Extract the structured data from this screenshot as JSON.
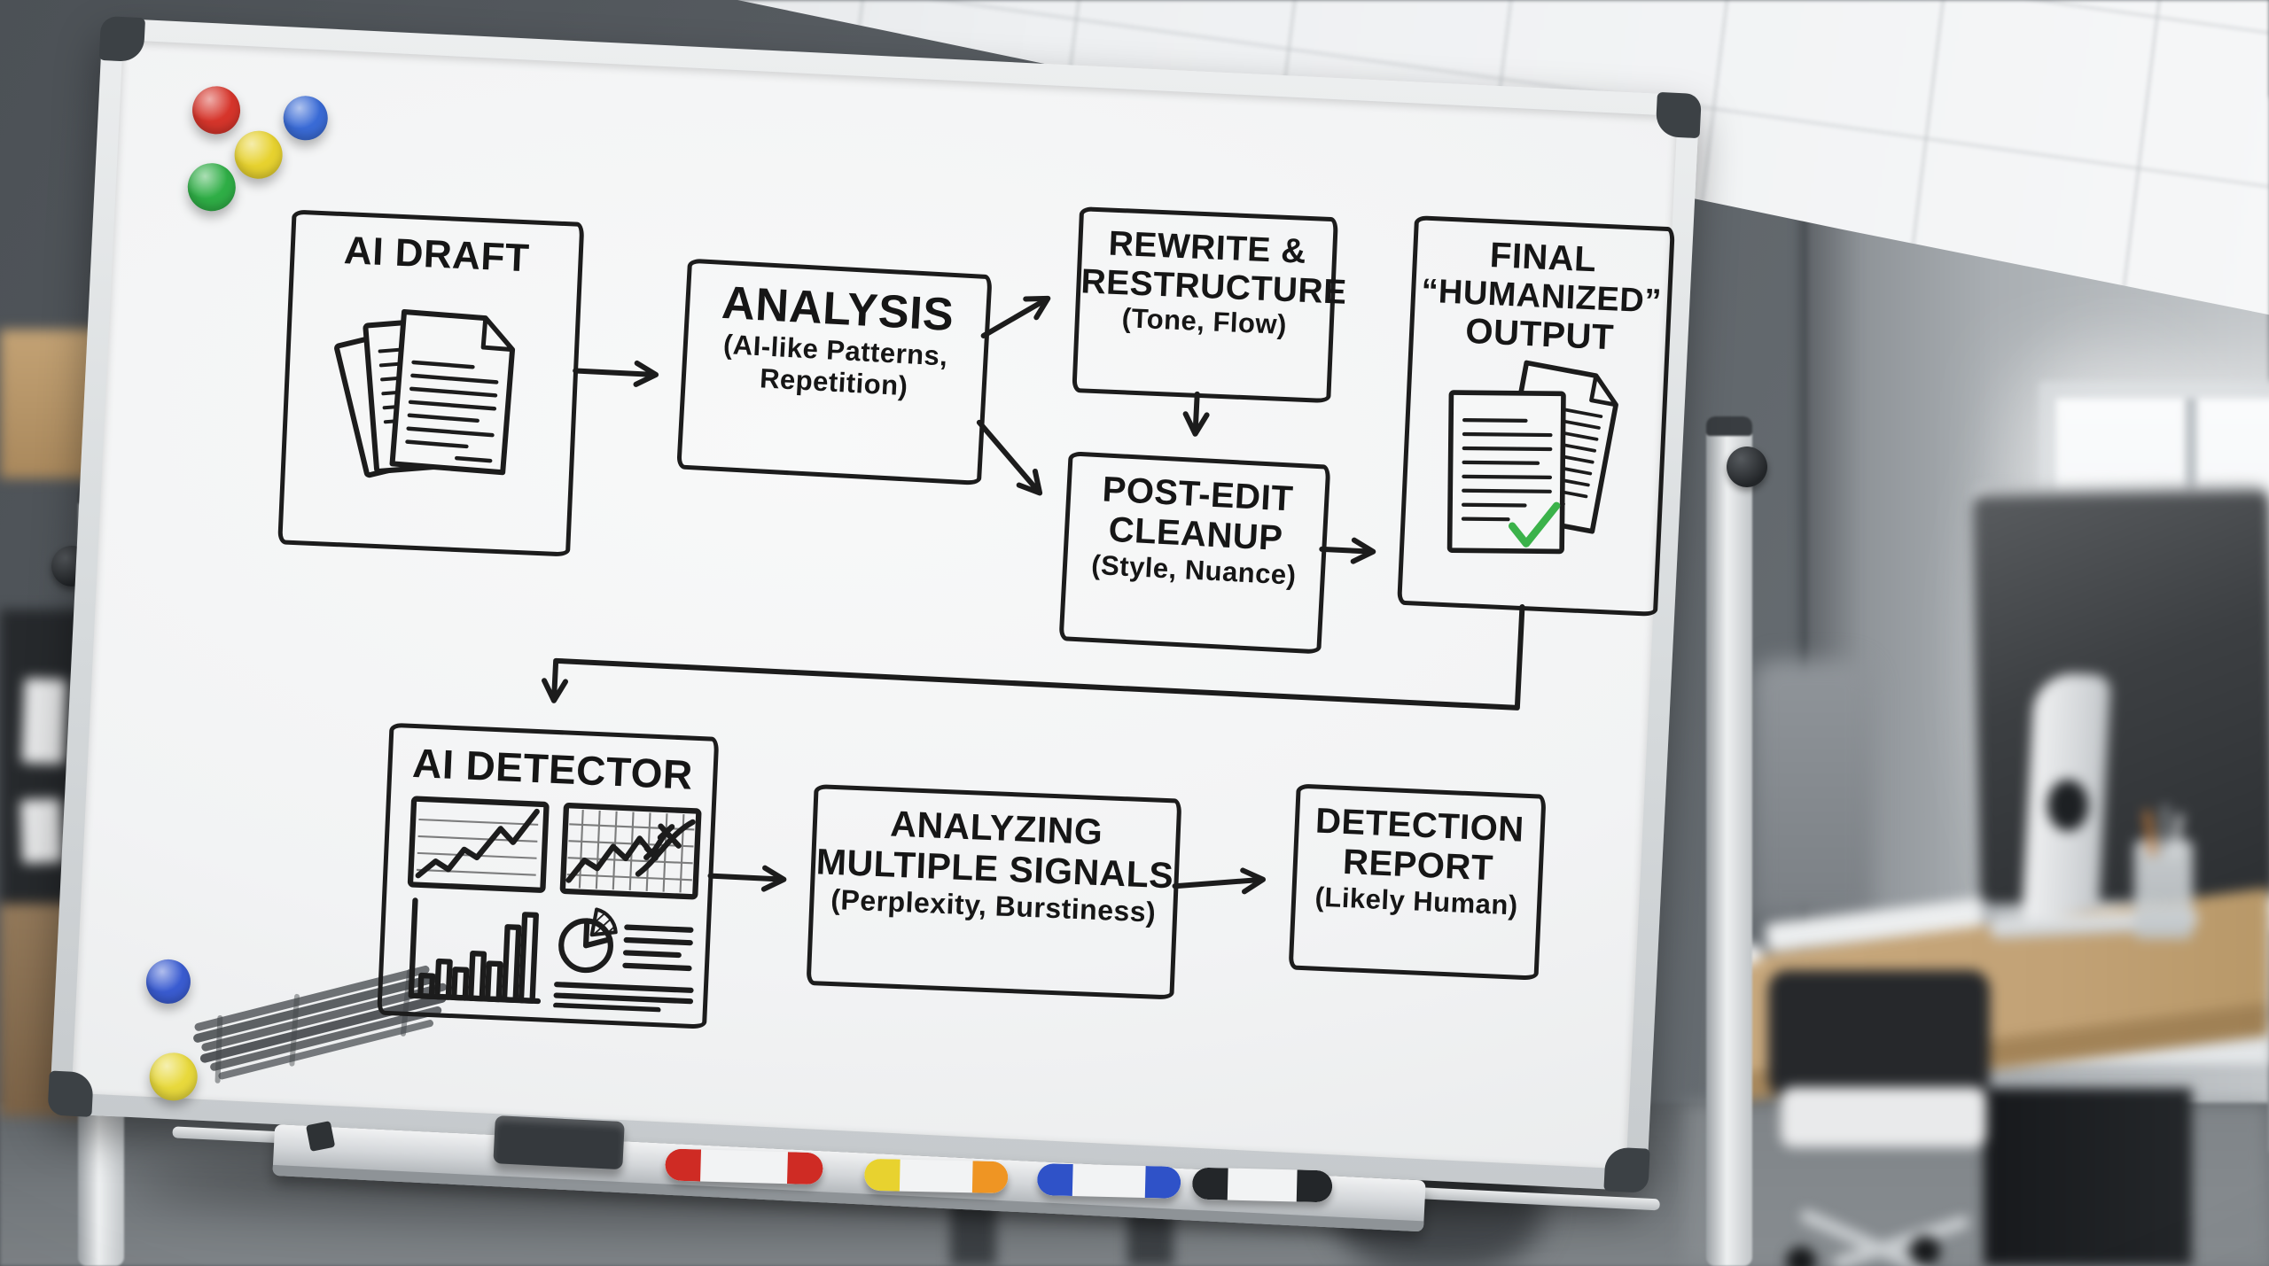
{
  "scene": {
    "background_items": [
      "office-ceiling-tiles",
      "office-wall",
      "window",
      "wooden-desk",
      "monitor-back",
      "far-office-chair",
      "desk-chair",
      "binder-shelf",
      "whiteboard-stand",
      "floor"
    ]
  },
  "whiteboard": {
    "flowchart": {
      "ink_color": "#1c1c1c",
      "nodes": [
        {
          "id": "ai-draft",
          "lines": [
            "AI DRAFT"
          ],
          "icon": "documents-stack-icon"
        },
        {
          "id": "analysis",
          "lines": [
            "ANALYSIS",
            "(AI-like Patterns,",
            "Repetition)"
          ]
        },
        {
          "id": "rewrite-restructure",
          "lines": [
            "REWRITE &",
            "RESTRUCTURE",
            "(Tone, Flow)"
          ]
        },
        {
          "id": "post-edit-cleanup",
          "lines": [
            "POST-EDIT",
            "CLEANUP",
            "(Style, Nuance)"
          ]
        },
        {
          "id": "final-humanized-output",
          "lines": [
            "FINAL",
            "“HUMANIZED”",
            "OUTPUT"
          ],
          "icon": "documents-check-icon",
          "check_color": "#3bb24a"
        },
        {
          "id": "ai-detector",
          "lines": [
            "AI DETECTOR"
          ],
          "icons": [
            "line-chart-icon",
            "grid-line-chart-icon",
            "bar-chart-icon",
            "pie-chart-icon"
          ]
        },
        {
          "id": "analyzing-multiple-signals",
          "lines": [
            "ANALYZING",
            "MULTIPLE SIGNALS",
            "(Perplexity, Burstiness)"
          ]
        },
        {
          "id": "detection-report",
          "lines": [
            "DETECTION",
            "REPORT",
            "(Likely Human)"
          ]
        }
      ],
      "edges": [
        {
          "from": "ai-draft",
          "to": "analysis"
        },
        {
          "from": "analysis",
          "to": "rewrite-restructure"
        },
        {
          "from": "analysis",
          "to": "post-edit-cleanup"
        },
        {
          "from": "rewrite-restructure",
          "to": "post-edit-cleanup"
        },
        {
          "from": "post-edit-cleanup",
          "to": "final-humanized-output"
        },
        {
          "from": "final-humanized-output",
          "to": "ai-detector"
        },
        {
          "from": "ai-detector",
          "to": "analyzing-multiple-signals"
        },
        {
          "from": "analyzing-multiple-signals",
          "to": "detection-report"
        }
      ]
    },
    "magnets_top_left": [
      {
        "name": "red-magnet",
        "color": "#d6352b"
      },
      {
        "name": "blue-magnet",
        "color": "#3a6bd6"
      },
      {
        "name": "yellow-magnet",
        "color": "#e7d22f"
      },
      {
        "name": "green-magnet",
        "color": "#2fae46"
      }
    ],
    "magnets_bottom_left": [
      {
        "name": "blue-magnet",
        "color": "#3a5cd1"
      },
      {
        "name": "yellow-magnet",
        "color": "#e8d93c"
      }
    ],
    "smudge": "pencil-scribble"
  },
  "tray": {
    "items": [
      {
        "name": "board-eraser",
        "color": "#35393d"
      },
      {
        "name": "marker-red",
        "cap_left": "#cf2b24",
        "cap_right": "#cf2b24"
      },
      {
        "name": "marker-yellow-orange",
        "cap_left": "#e8d22f",
        "cap_right": "#ef9523"
      },
      {
        "name": "marker-blue",
        "cap_left": "#2f52c8",
        "cap_right": "#2f52c8"
      },
      {
        "name": "marker-black",
        "cap_left": "#232629",
        "cap_right": "#232629"
      }
    ]
  }
}
